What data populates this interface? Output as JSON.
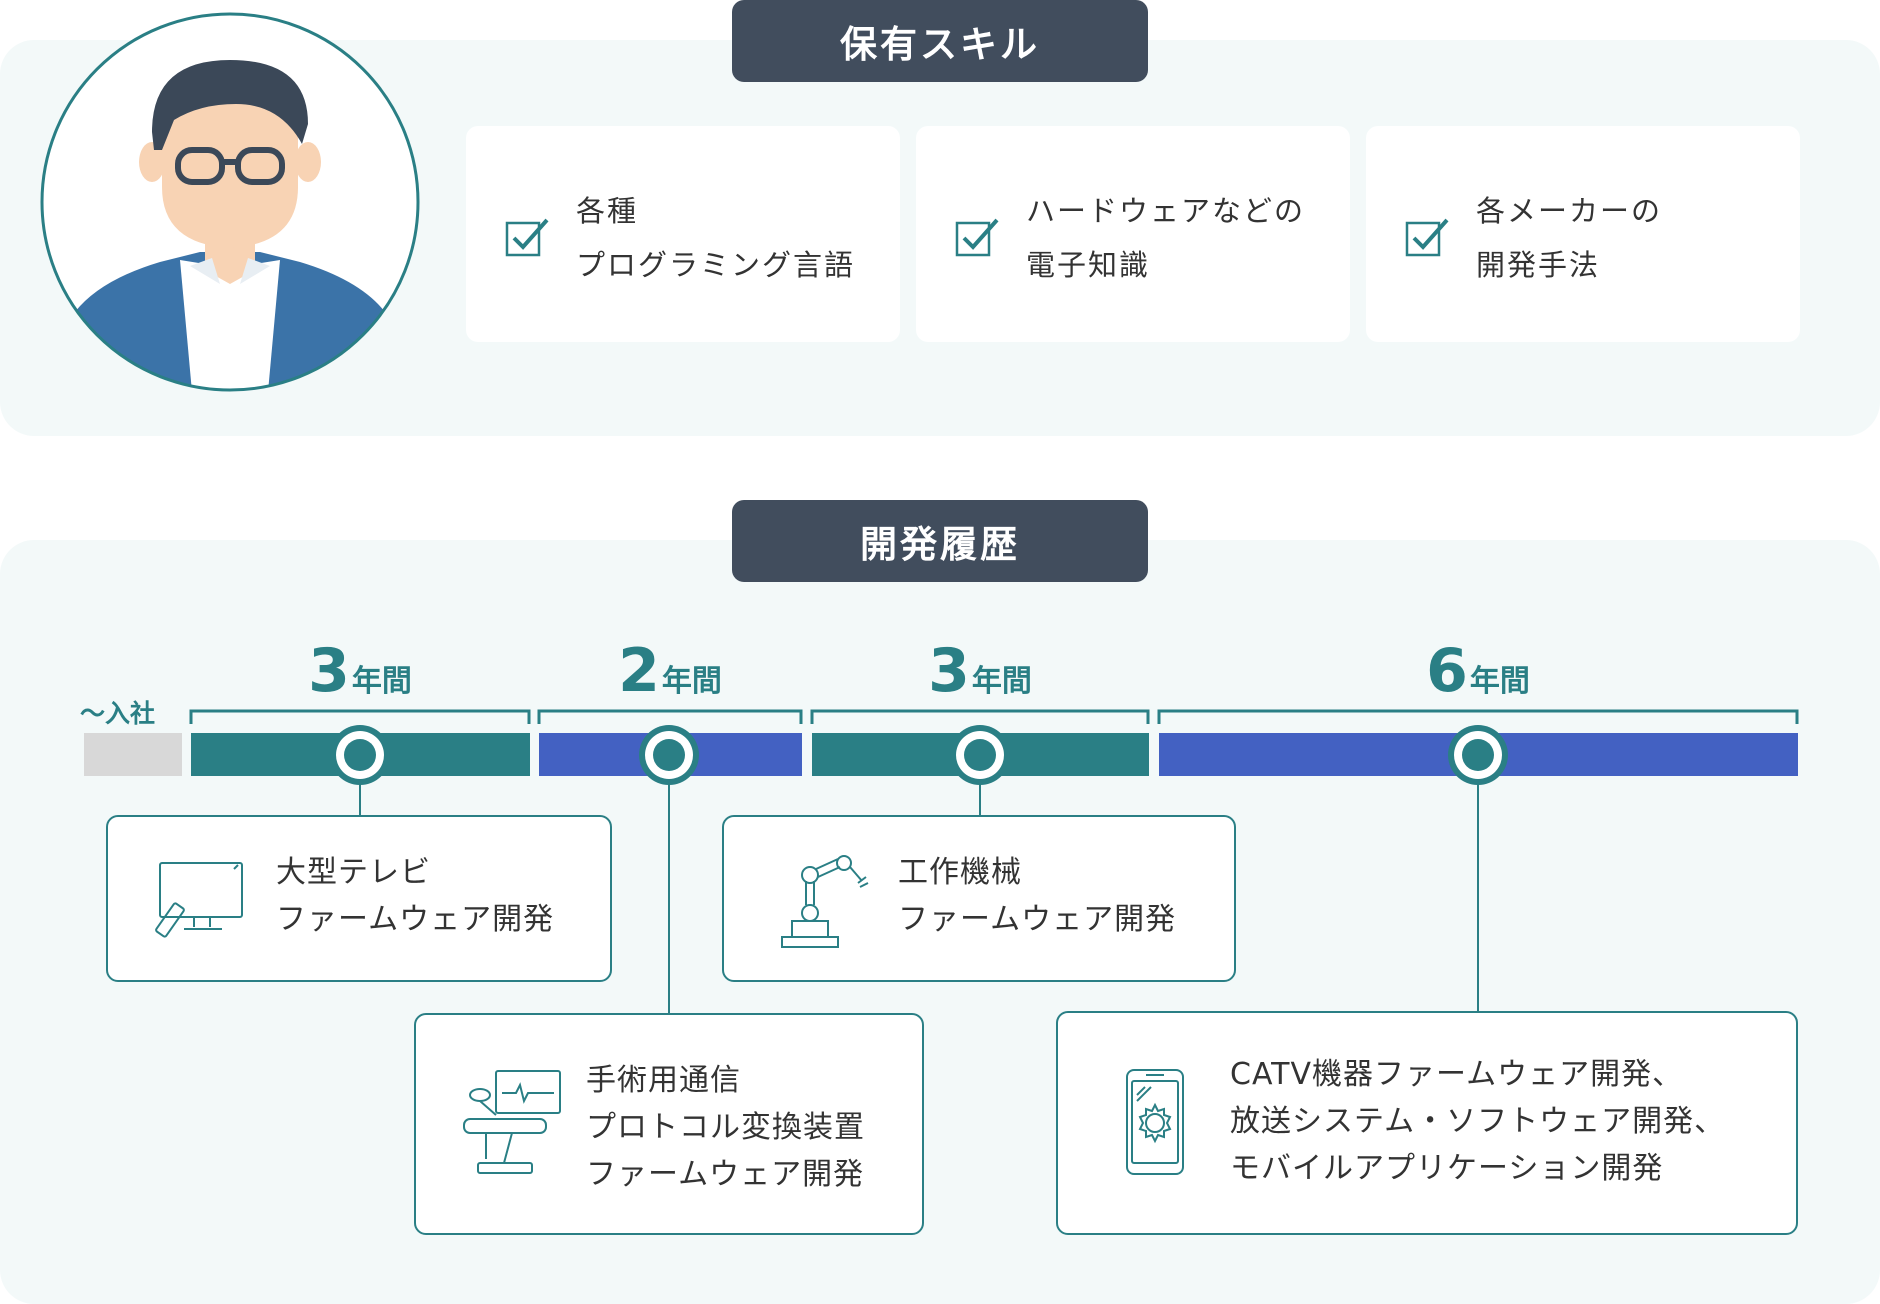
{
  "skills": {
    "title": "保有スキル",
    "cards": [
      {
        "lines": [
          "各種",
          "プログラミング言語"
        ]
      },
      {
        "lines": [
          "ハードウェアなどの",
          "電子知識"
        ]
      },
      {
        "lines": [
          "各メーカーの",
          "開発手法"
        ]
      }
    ]
  },
  "history": {
    "title": "開発履歴",
    "join_label": "～入社",
    "durations": [
      {
        "num": "3",
        "unit": "年間"
      },
      {
        "num": "2",
        "unit": "年間"
      },
      {
        "num": "3",
        "unit": "年間"
      },
      {
        "num": "6",
        "unit": "年間"
      }
    ],
    "projects": [
      {
        "icon": "tv-icon",
        "lines": [
          "大型テレビ",
          "ファームウェア開発"
        ]
      },
      {
        "icon": "medical-monitor-icon",
        "lines": [
          "手術用通信",
          "プロトコル変換装置",
          "ファームウェア開発"
        ]
      },
      {
        "icon": "robot-arm-icon",
        "lines": [
          "工作機械",
          "ファームウェア開発"
        ]
      },
      {
        "icon": "smartphone-gear-icon",
        "lines": [
          "CATV機器ファームウェア開発、",
          "放送システム・ソフトウェア開発、",
          "モバイルアプリケーション開発"
        ]
      }
    ]
  },
  "colors": {
    "teal": "#2a7f85",
    "blue": "#4361c2",
    "gray": "#d8d8d8",
    "title_bg": "#414d5d",
    "panel_bg": "#f3f9f9"
  }
}
